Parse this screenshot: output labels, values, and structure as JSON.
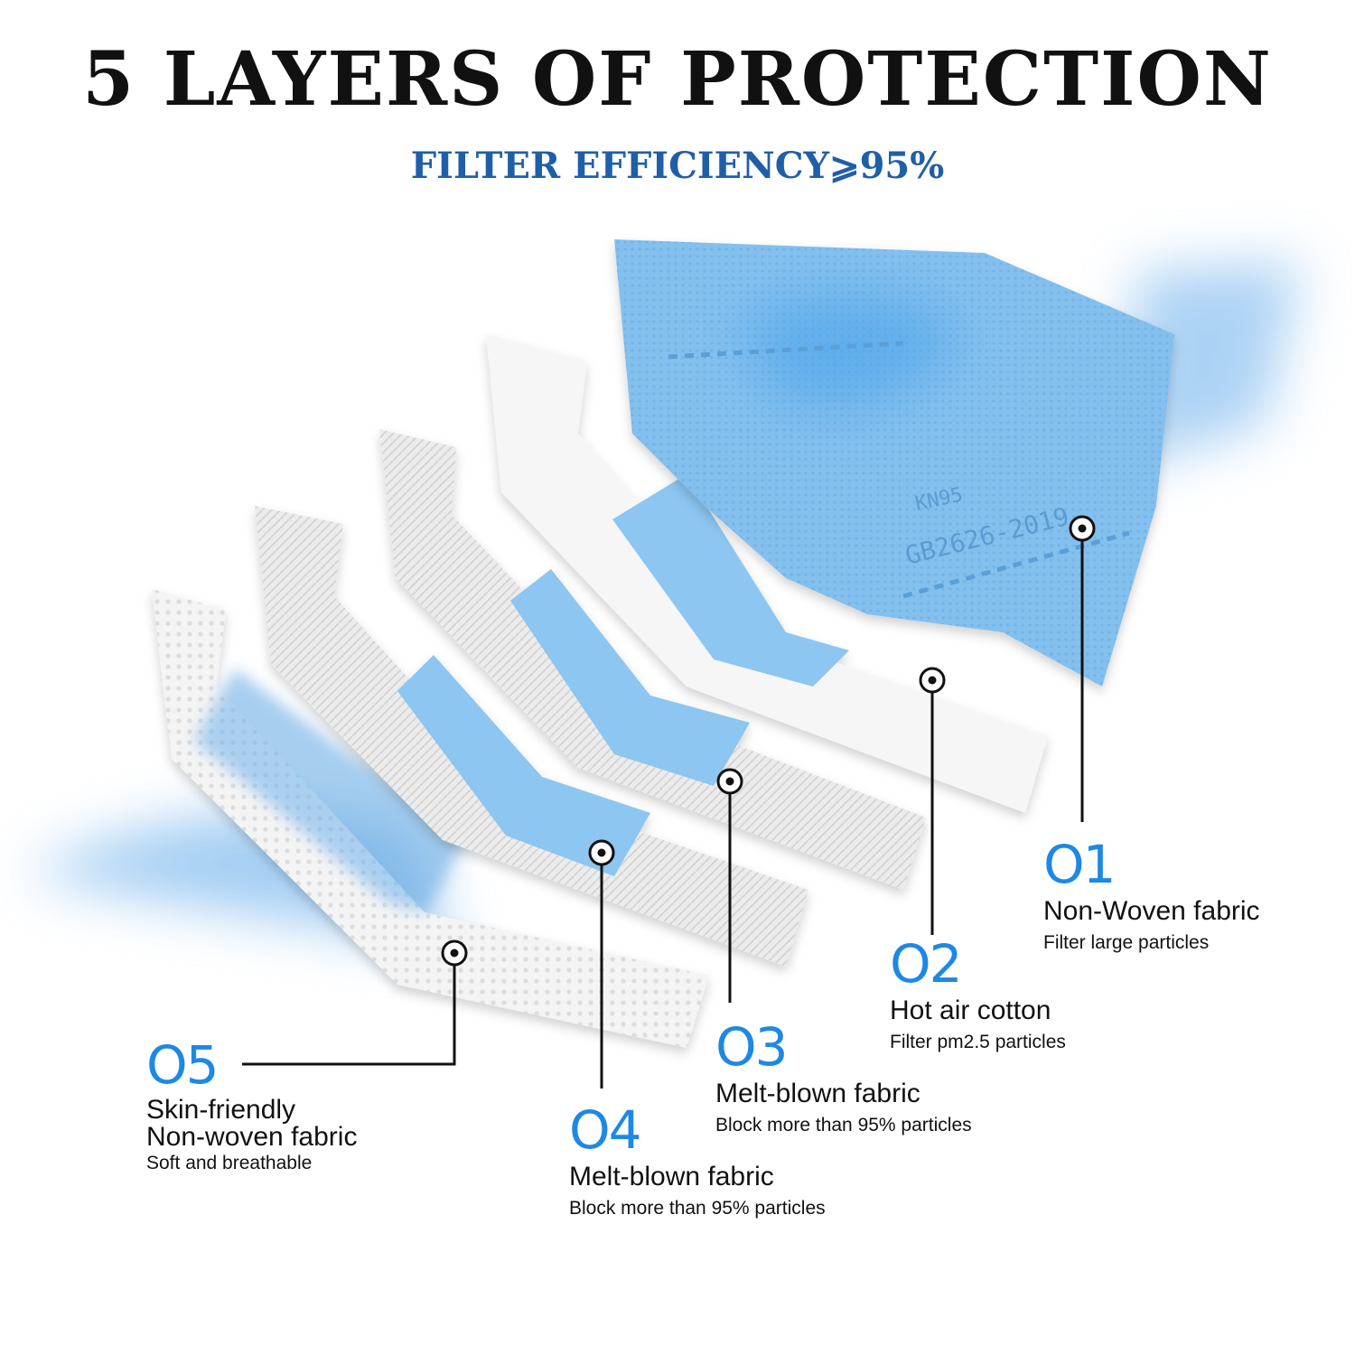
{
  "title": "5 LAYERS OF PROTECTION",
  "subtitle": "FILTER EFFICIENCY⩾95%",
  "mask_print": [
    "KN95",
    "GB2626-2019"
  ],
  "colors": {
    "accent_blue": "#1e88e5",
    "subtitle_blue": "#1f5fa8",
    "layer_blue": "#8fc8f2"
  },
  "layers": [
    {
      "number": "O1",
      "name": "Non-Woven fabric",
      "description": "Filter large particles"
    },
    {
      "number": "O2",
      "name": "Hot air cotton",
      "description": "Filter pm2.5 particles"
    },
    {
      "number": "O3",
      "name": "Melt-blown fabric",
      "description": "Block more than 95% particles"
    },
    {
      "number": "O4",
      "name": "Melt-blown fabric",
      "description": "Block more than 95% particles"
    },
    {
      "number": "O5",
      "name_line1": "Skin-friendly",
      "name_line2": "Non-woven fabric",
      "description": "Soft and breathable"
    }
  ]
}
